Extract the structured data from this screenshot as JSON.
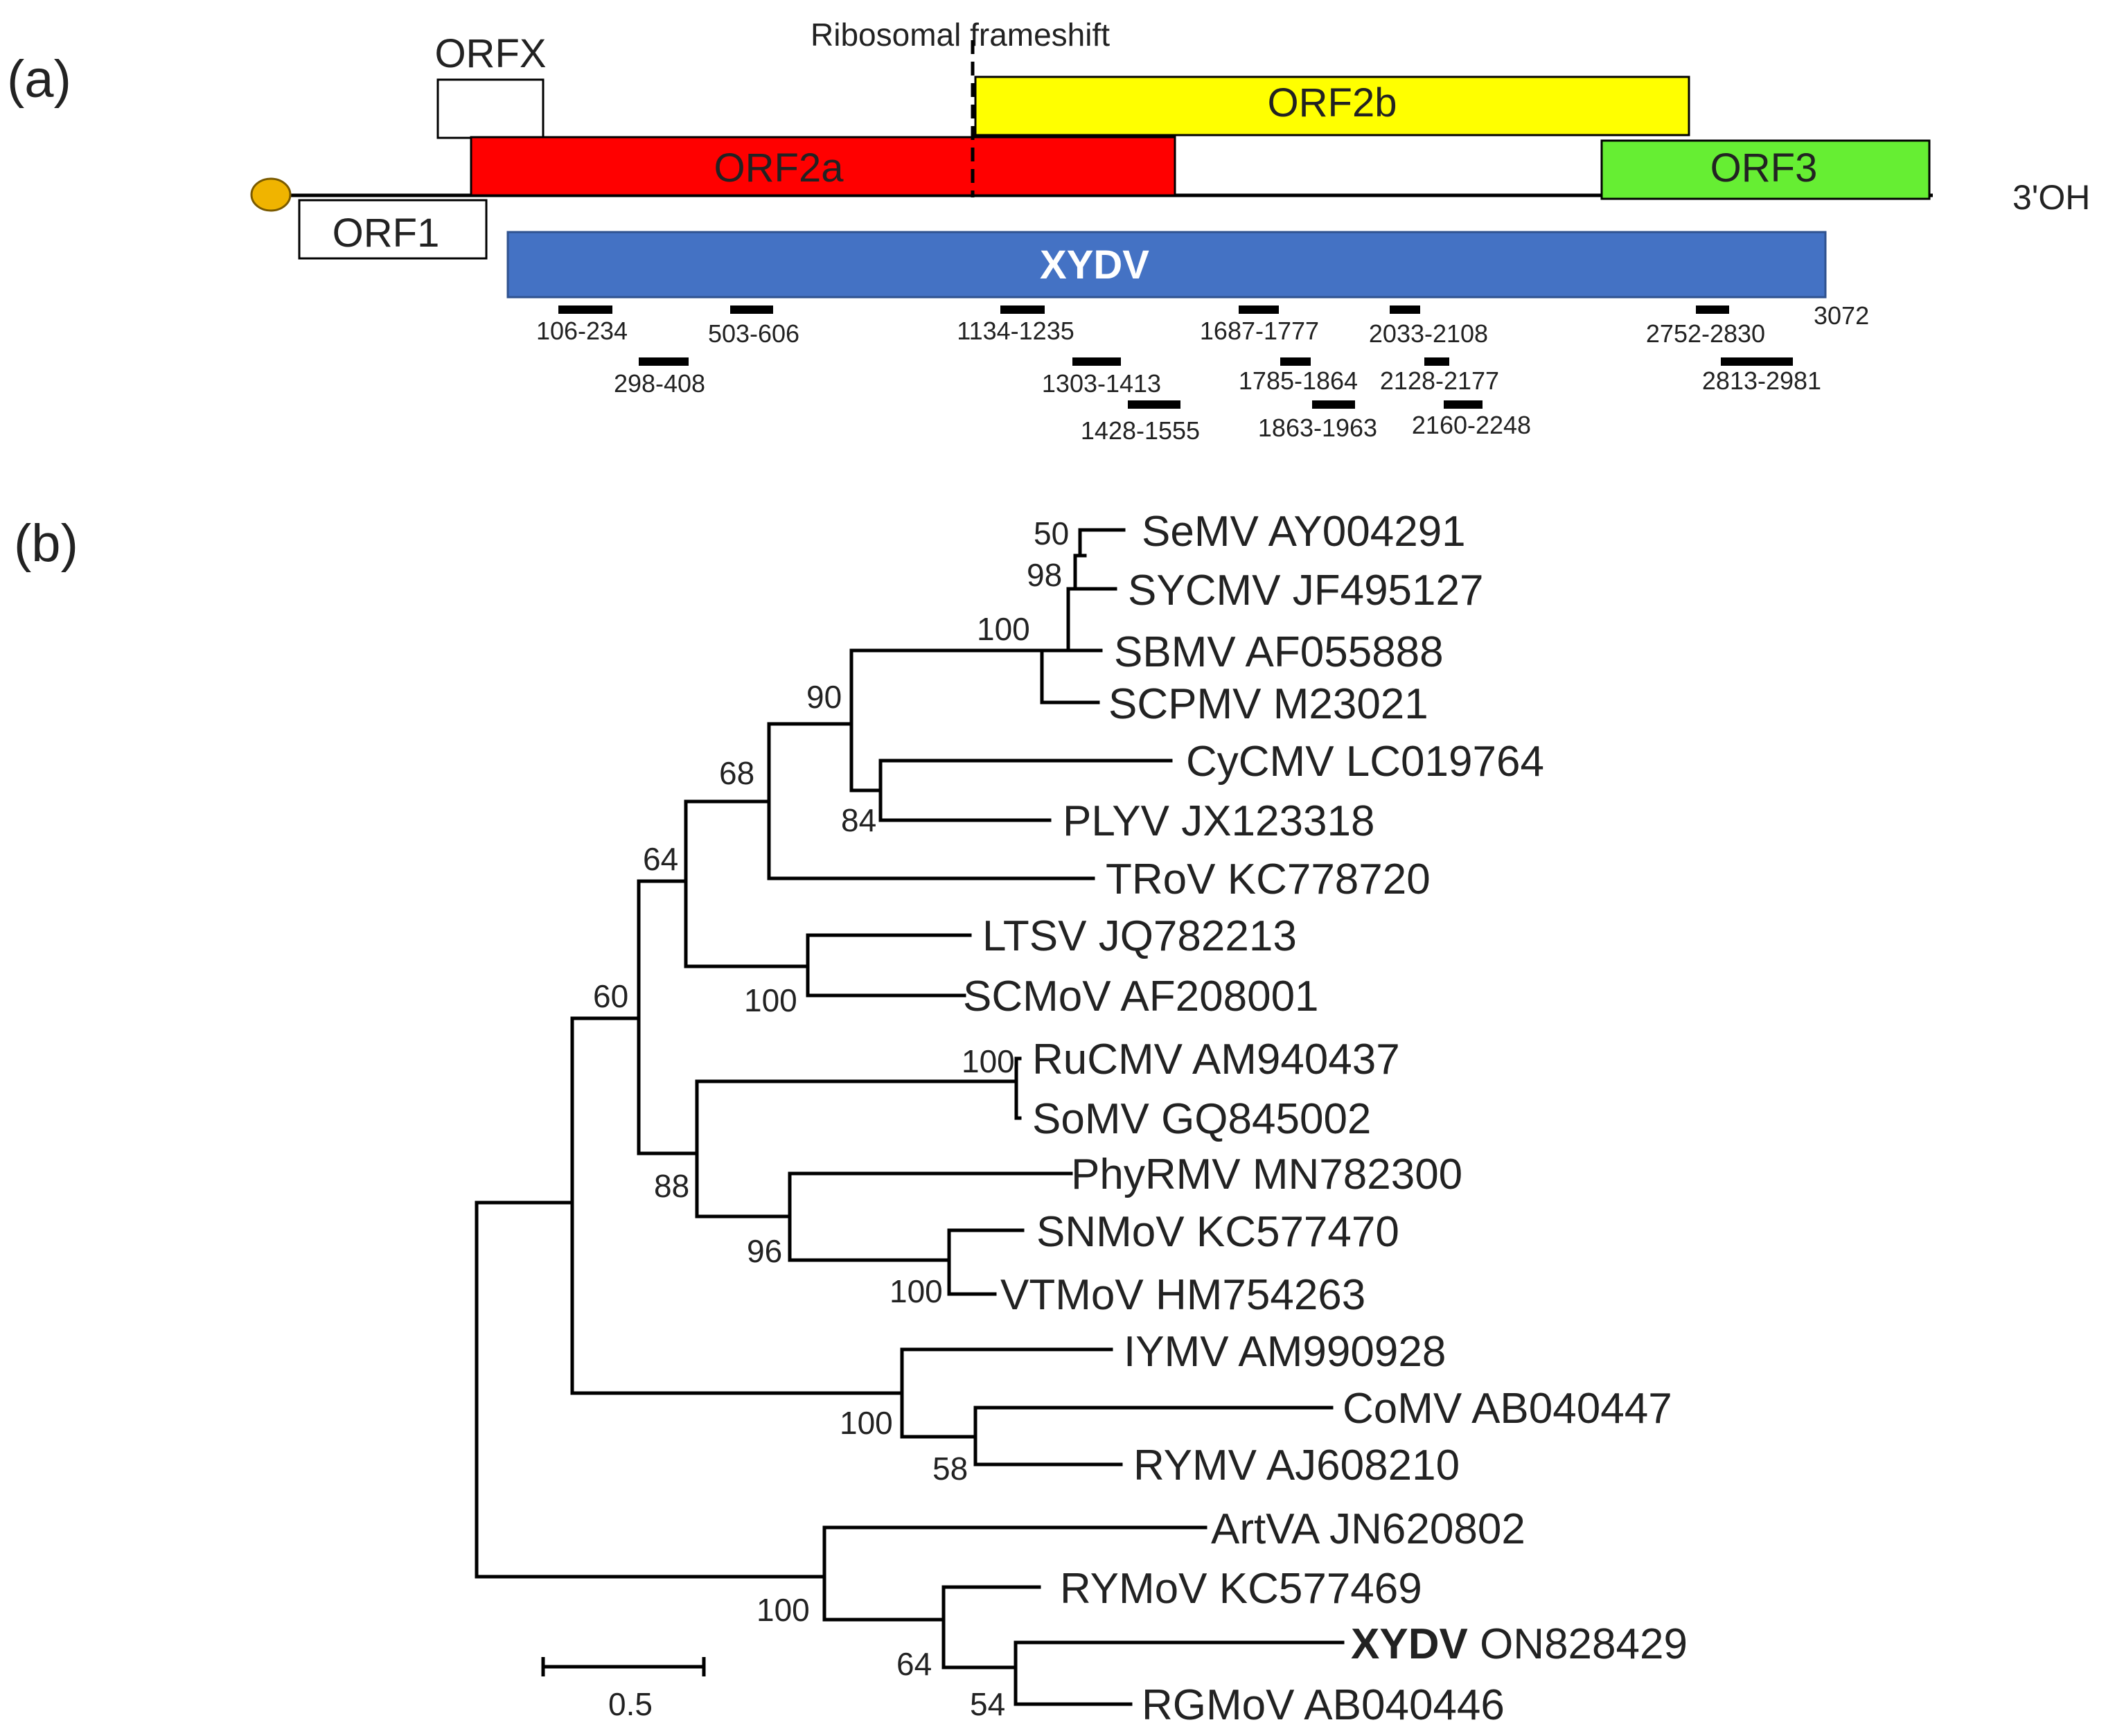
{
  "panel_a": {
    "label": "(a)",
    "frameshift_label": "Ribosomal frameshift",
    "three_prime_label": "3'OH",
    "orfs": {
      "orfx": "ORFX",
      "orf2b": "ORF2b",
      "orf2a": "ORF2a",
      "orf3": "ORF3",
      "orf1": "ORF1",
      "xydv": "XYDV"
    },
    "genome_end": "3072",
    "fragments": [
      "106-234",
      "503-606",
      "1134-1235",
      "1687-1777",
      "2033-2108",
      "2752-2830",
      "298-408",
      "1303-1413",
      "1785-1864",
      "2128-2177",
      "2813-2981",
      "1428-1555",
      "1863-1963",
      "2160-2248"
    ]
  },
  "panel_b": {
    "label": "(b)",
    "scale_label": "0.5",
    "taxa": [
      {
        "name": "SeMV",
        "acc": "AY004291"
      },
      {
        "name": "SYCMV",
        "acc": "JF495127"
      },
      {
        "name": "SBMV",
        "acc": "AF055888"
      },
      {
        "name": "SCPMV",
        "acc": "M23021"
      },
      {
        "name": "CyCMV",
        "acc": "LC019764"
      },
      {
        "name": "PLYV",
        "acc": "JX123318"
      },
      {
        "name": "TRoV",
        "acc": "KC778720"
      },
      {
        "name": "LTSV",
        "acc": "JQ782213"
      },
      {
        "name": "SCMoV",
        "acc": "AF208001"
      },
      {
        "name": "RuCMV",
        "acc": "AM940437"
      },
      {
        "name": "SoMV",
        "acc": "GQ845002"
      },
      {
        "name": "PhyRMV",
        "acc": "MN782300"
      },
      {
        "name": "SNMoV",
        "acc": "KC577470"
      },
      {
        "name": "VTMoV",
        "acc": "HM754263"
      },
      {
        "name": "IYMV",
        "acc": "AM990928"
      },
      {
        "name": "CoMV",
        "acc": "AB040447"
      },
      {
        "name": "RYMV",
        "acc": "AJ608210"
      },
      {
        "name": "ArtVA",
        "acc": "JN620802"
      },
      {
        "name": "RYMoV",
        "acc": "KC577469"
      },
      {
        "name": "XYDV",
        "acc": "ON828429"
      },
      {
        "name": "RGMoV",
        "acc": "AB040446"
      }
    ],
    "bootstrap": [
      "50",
      "98",
      "100",
      "90",
      "84",
      "68",
      "64",
      "100",
      "60",
      "100",
      "88",
      "96",
      "100",
      "100",
      "58",
      "100",
      "64",
      "54"
    ]
  }
}
